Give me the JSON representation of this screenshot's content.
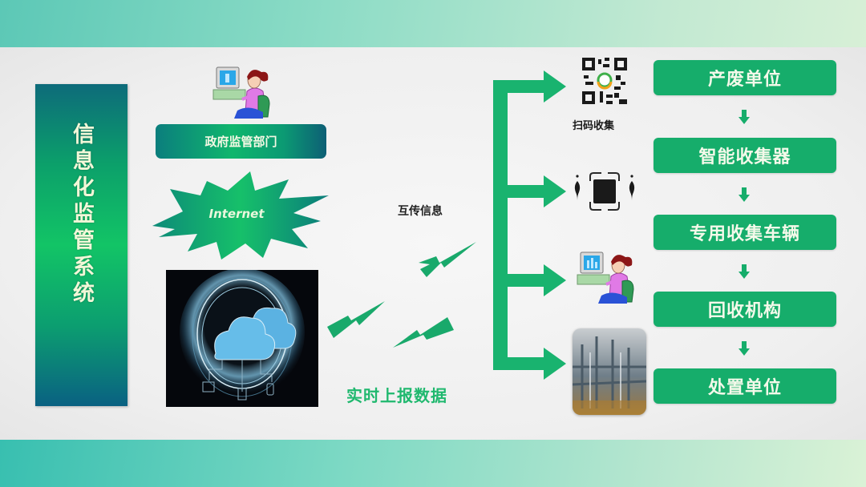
{
  "system_title": "信息化监管系统",
  "government": {
    "label": "政府监管部门",
    "icon": "office-worker-icon"
  },
  "internet": {
    "label": "Internet",
    "icon": "starburst-icon"
  },
  "cloud": {
    "icon": "cloud-network-icon"
  },
  "links": {
    "exchange_label": "互传信息",
    "realtime_label": "实时上报数据",
    "signal_icon": "lightning-bolt-icon"
  },
  "branches": [
    {
      "icon": "qr-code-icon",
      "caption": "扫码收集"
    },
    {
      "icon": "smart-collector-icon",
      "caption": ""
    },
    {
      "icon": "office-worker-icon",
      "caption": ""
    },
    {
      "icon": "industrial-plant-photo",
      "caption": ""
    }
  ],
  "flow": {
    "steps": [
      "产废单位",
      "智能收集器",
      "专用收集车辆",
      "回收机构",
      "处置单位"
    ],
    "arrow_icon": "arrow-down-icon"
  },
  "colors": {
    "primary_green": "#16ad6b",
    "bracket_green": "#19b36f",
    "teal": "#0d6b7a",
    "panel_bg": "#f0f0f0"
  }
}
